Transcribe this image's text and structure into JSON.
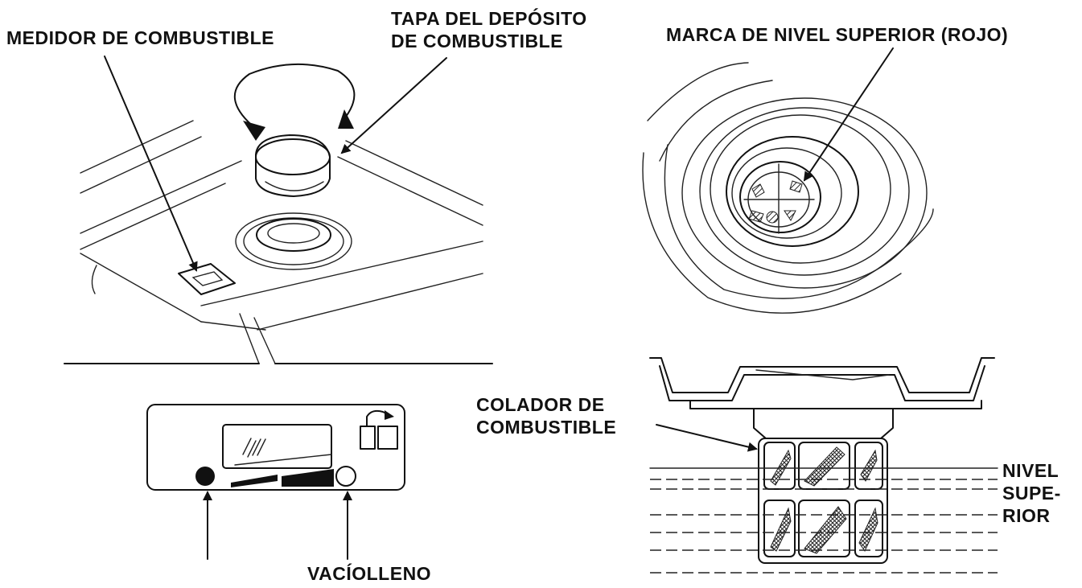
{
  "labels": {
    "fuel_gauge": "MEDIDOR DE COMBUSTIBLE",
    "fuel_tank_cap_line1": "TAPA DEL DEPÓSITO",
    "fuel_tank_cap_line2": "DE COMBUSTIBLE",
    "upper_level_mark": "MARCA DE NIVEL SUPERIOR (ROJO)",
    "fuel_strainer_line1": "COLADOR DE",
    "fuel_strainer_line2": "COMBUSTIBLE",
    "upper_level_line1": "NIVEL",
    "upper_level_line2": "SUPE-",
    "upper_level_line3": "RIOR",
    "empty_full": "VACÍOLLENO"
  }
}
